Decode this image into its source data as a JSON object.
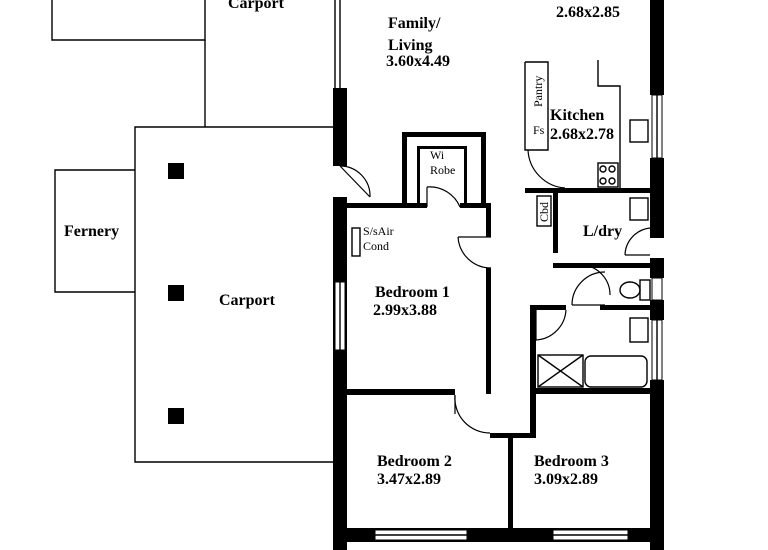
{
  "rooms": {
    "carport_top": {
      "name": "Carport"
    },
    "family": {
      "name_line1": "Family/",
      "name_line2": "Living",
      "dims": "3.60x4.49"
    },
    "dining": {
      "dims": "2.68x2.85"
    },
    "kitchen": {
      "name": "Kitchen",
      "dims": "2.68x2.78",
      "pantry": "Pantry",
      "fs": "Fs"
    },
    "wi_robe": {
      "line1": "Wi",
      "line2": "Robe"
    },
    "sair": {
      "line1": "S/sAir",
      "line2": "Cond"
    },
    "fernery": {
      "name": "Fernery"
    },
    "carport_main": {
      "name": "Carport"
    },
    "bedroom1": {
      "name": "Bedroom 1",
      "dims": "2.99x3.88"
    },
    "laundry": {
      "name": "L/dry",
      "cbd": "Cbd"
    },
    "bedroom2": {
      "name": "Bedroom 2",
      "dims": "3.47x2.89"
    },
    "bedroom3": {
      "name": "Bedroom 3",
      "dims": "3.09x2.89"
    }
  },
  "colors": {
    "ink": "#000000",
    "paper": "#ffffff"
  }
}
